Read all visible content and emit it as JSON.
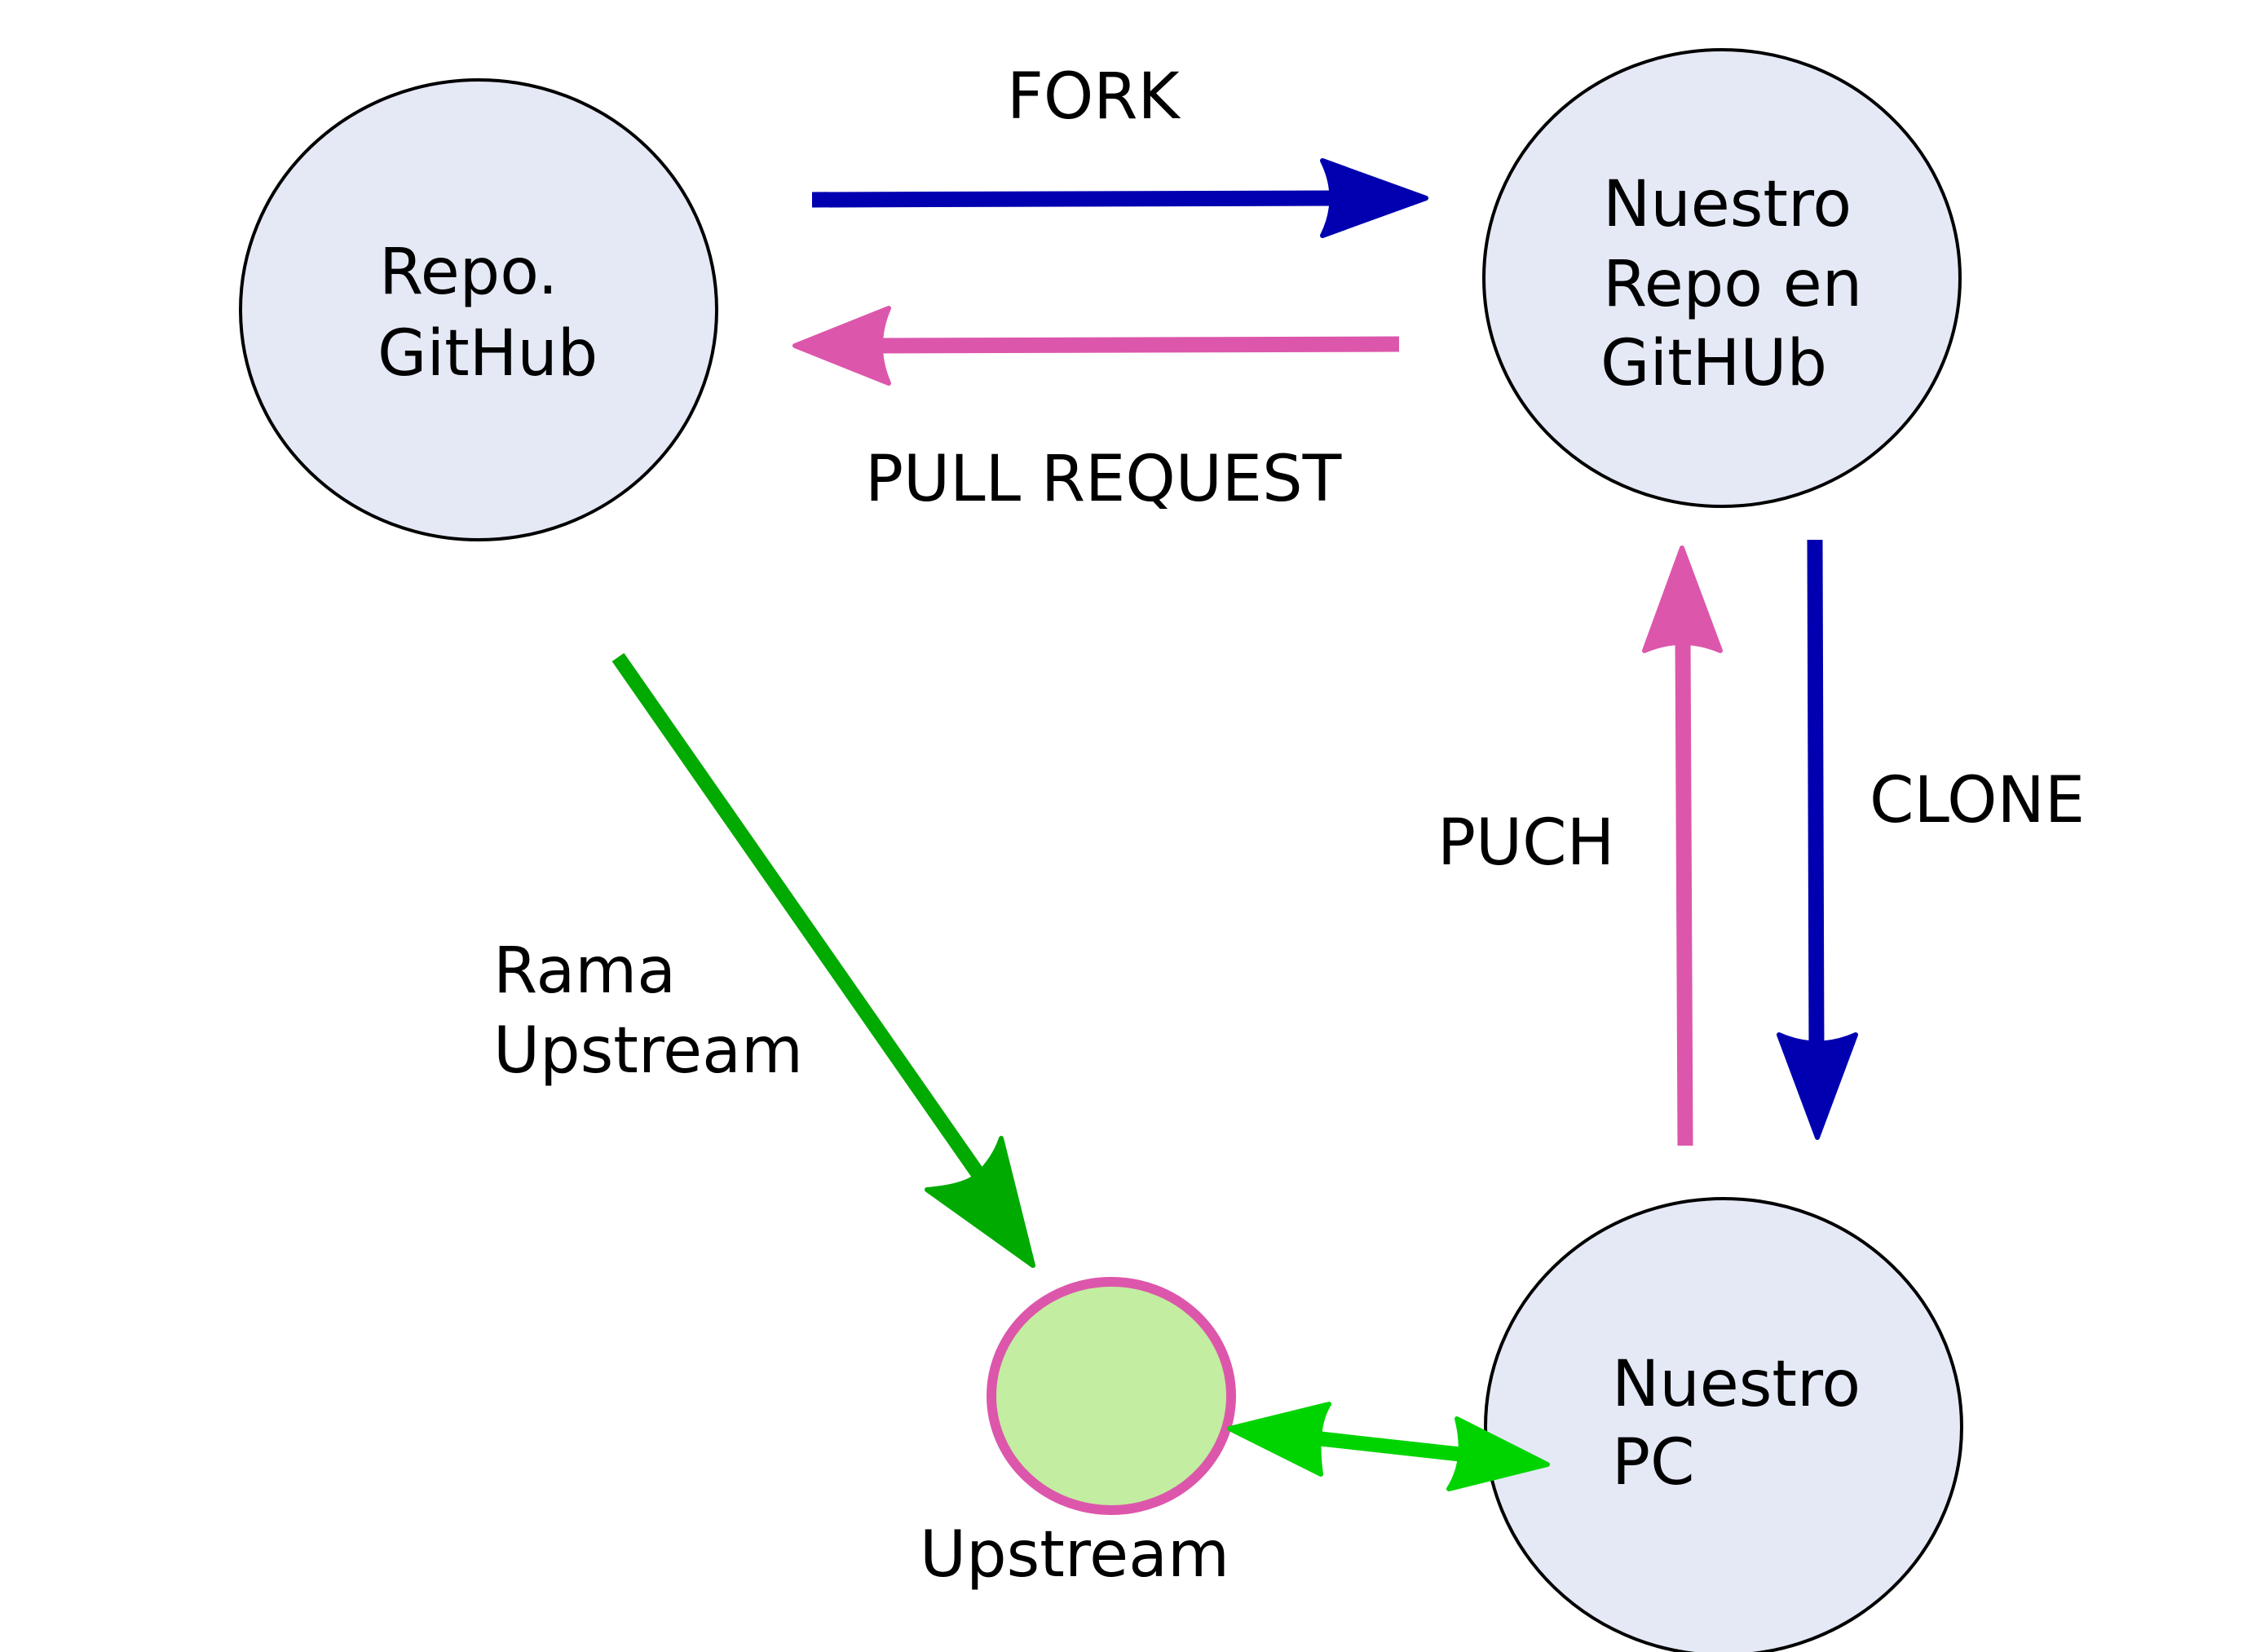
{
  "diagram": {
    "title": "Git fork / pull request workflow",
    "nodes": [
      {
        "id": "repo-github",
        "lines": [
          "Repo.",
          "GitHub"
        ]
      },
      {
        "id": "nuestro-repo",
        "lines": [
          "Nuestro",
          "Repo en",
          "GitHUb"
        ]
      },
      {
        "id": "nuestro-pc",
        "lines": [
          "Nuestro",
          "PC"
        ]
      },
      {
        "id": "upstream",
        "lines": [
          "Upstream"
        ]
      }
    ],
    "edges": [
      {
        "id": "fork",
        "from": "repo-github",
        "to": "nuestro-repo",
        "label": "FORK",
        "color": "#0000b0"
      },
      {
        "id": "pull-request",
        "from": "nuestro-repo",
        "to": "repo-github",
        "label": "PULL REQUEST",
        "color": "#dc57ab"
      },
      {
        "id": "clone",
        "from": "nuestro-repo",
        "to": "nuestro-pc",
        "label": "CLONE",
        "color": "#0000b0"
      },
      {
        "id": "push",
        "from": "nuestro-pc",
        "to": "nuestro-repo",
        "label": "PUCH",
        "color": "#dc57ab"
      },
      {
        "id": "rama-upstream",
        "from": "repo-github",
        "to": "upstream",
        "label_lines": [
          "Rama",
          "Upstream"
        ],
        "color": "#00aa00"
      },
      {
        "id": "sync",
        "from": "upstream",
        "to": "nuestro-pc",
        "bidirectional": true,
        "label": "",
        "color": "#00d400"
      }
    ],
    "colors": {
      "node_fill": "#e4e9f5",
      "node_stroke": "#000000",
      "upstream_fill": "#c3eda0",
      "upstream_stroke": "#dc57ab"
    }
  }
}
